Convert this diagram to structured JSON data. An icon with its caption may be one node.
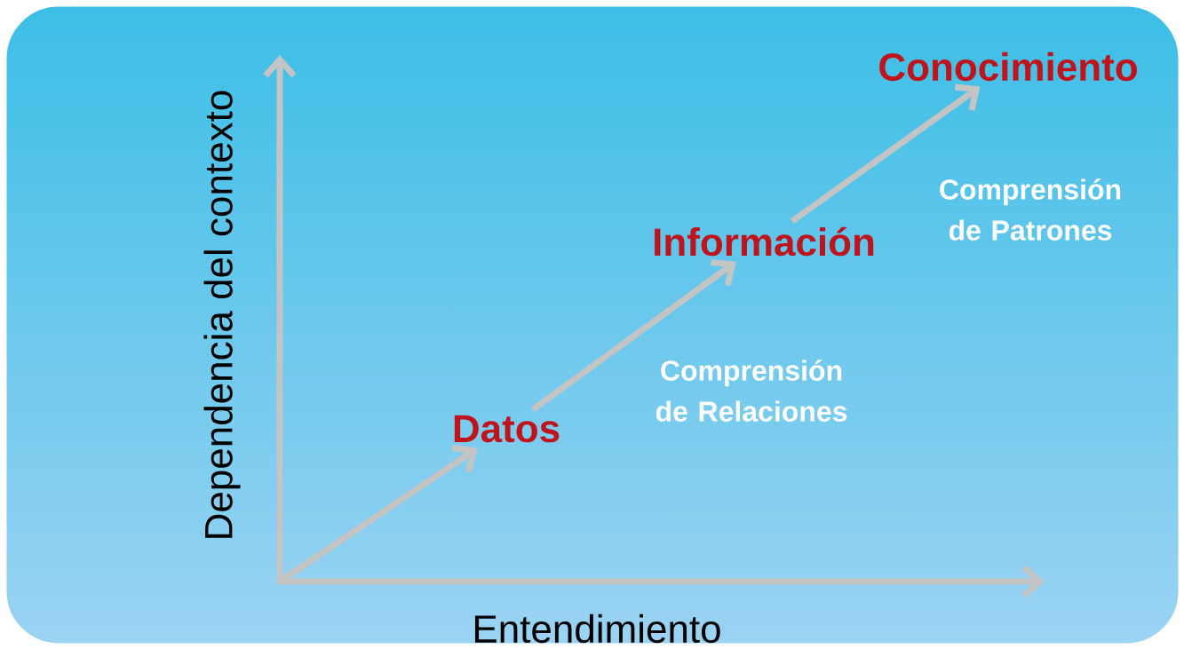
{
  "diagram": {
    "nodes": [
      {
        "text": [
          "Datos"
        ]
      },
      {
        "text": [
          "Información"
        ]
      },
      {
        "text": [
          "Conocimiento"
        ]
      }
    ],
    "edges": [
      {
        "from": null,
        "to": 0,
        "arrow": "to"
      },
      {
        "from": 0,
        "to": 1,
        "arrow": "to"
      },
      {
        "from": 1,
        "to": 2,
        "arrow": "to"
      }
    ],
    "labels": [
      "Dependencia del contexto",
      "Comprensión de Patrones",
      "Comprensión de Relaciones",
      "Entendimiento"
    ]
  }
}
